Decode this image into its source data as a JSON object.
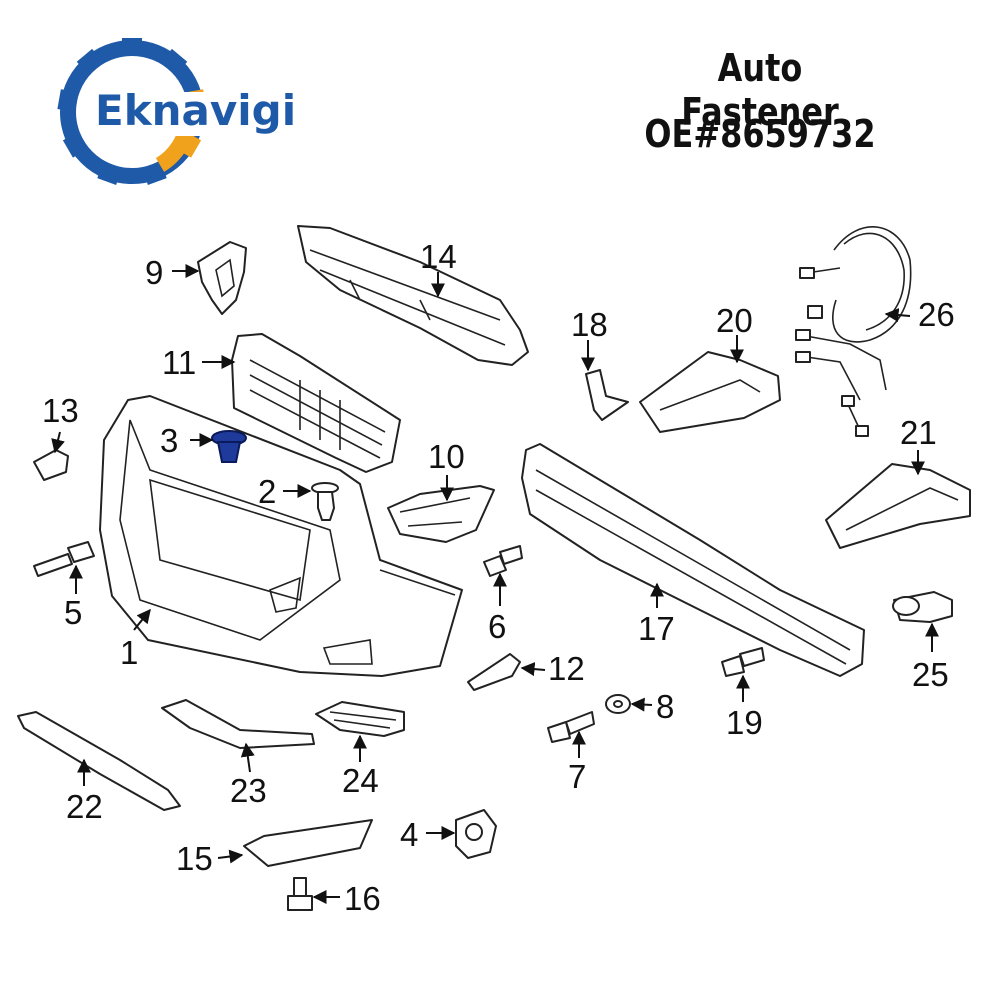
{
  "logo": {
    "text": "Eknavigi",
    "gear_color": "#1e5aa8",
    "accent_color": "#f0a21c"
  },
  "title": {
    "line1": "Auto Fastener",
    "line2": "OE#8659732"
  },
  "highlight_color": "#1e3a9a",
  "callouts": [
    "1",
    "2",
    "3",
    "4",
    "5",
    "6",
    "7",
    "8",
    "9",
    "10",
    "11",
    "12",
    "13",
    "14",
    "15",
    "16",
    "17",
    "18",
    "19",
    "20",
    "21",
    "22",
    "23",
    "24",
    "25",
    "26"
  ]
}
